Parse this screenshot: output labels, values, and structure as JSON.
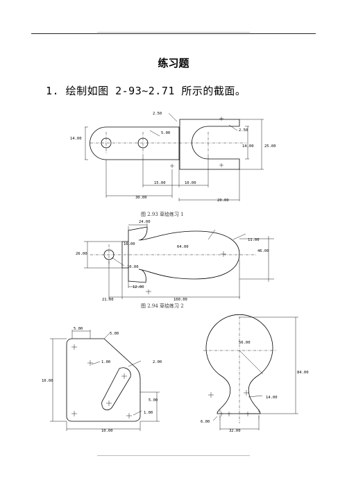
{
  "header": {
    "title": "练习题"
  },
  "question": {
    "text": "1. 绘制如图 2-93~2.71 所示的截面。"
  },
  "fig93": {
    "caption": "图 2.93   草绘练习 1",
    "dims": {
      "r_top": "2.50",
      "r_right": "2.50",
      "hole": "5.00",
      "h_left": "14.00",
      "h_mid": "14.00",
      "h_right": "25.00",
      "d15": "15.00",
      "d10": "10.00",
      "d30": "30.00",
      "d20": "20.00"
    }
  },
  "fig94": {
    "caption": "图 2.94   草绘练习 2",
    "dims": {
      "top": "24.00",
      "neck": "16.00",
      "body": "64.00",
      "right": "11.00",
      "h_left": "26.00",
      "h_right": "46.00",
      "hole": "10.00",
      "d12": "12.00",
      "d21": "21.00",
      "d100": "100.00"
    }
  },
  "fig95": {
    "dims": {
      "top": "5.00",
      "r_top": "5.00",
      "slot": "1.00",
      "r_outer": "2.00",
      "height": "10.00",
      "side": "5.00",
      "r_bottom": "1.00",
      "width": "10.00"
    }
  },
  "fig96": {
    "dims": {
      "r_big": "56.00",
      "height": "84.00",
      "r_neck": "14.00",
      "r_foot": "6.00",
      "width": "32.00"
    }
  }
}
